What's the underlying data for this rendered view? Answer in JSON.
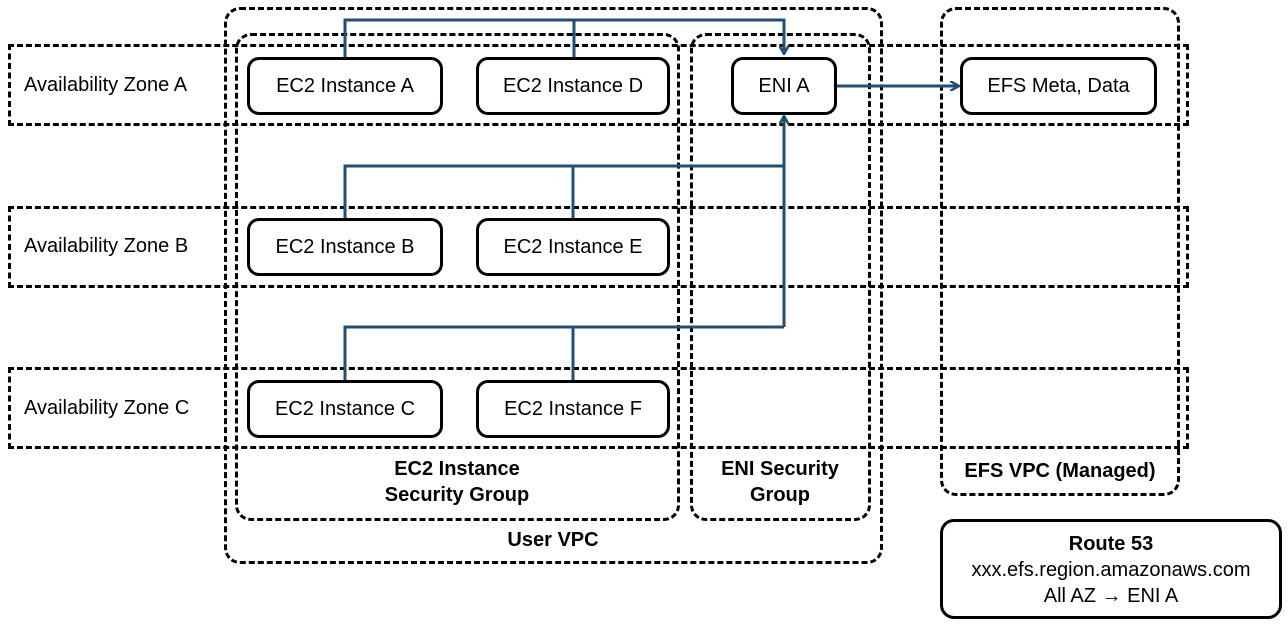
{
  "zones": [
    {
      "id": "a",
      "label": "Availability Zone A"
    },
    {
      "id": "b",
      "label": "Availability Zone B"
    },
    {
      "id": "c",
      "label": "Availability Zone C"
    }
  ],
  "instances": {
    "a": "EC2 Instance A",
    "b": "EC2 Instance B",
    "c": "EC2 Instance C",
    "d": "EC2 Instance D",
    "e": "EC2 Instance E",
    "f": "EC2 Instance F"
  },
  "eni": "ENI A",
  "efs": "EFS Meta, Data",
  "groups": {
    "ec2_sg": [
      "EC2 Instance",
      "Security Group"
    ],
    "eni_sg": [
      "ENI Security",
      "Group"
    ],
    "user_vpc": "User VPC",
    "efs_vpc": "EFS VPC (Managed)"
  },
  "route53": {
    "title": "Route 53",
    "line1": "xxx.efs.region.amazonaws.com",
    "line2": "All AZ → ENI A"
  },
  "colors": {
    "connector": "#1f4e79",
    "border": "#000000"
  }
}
